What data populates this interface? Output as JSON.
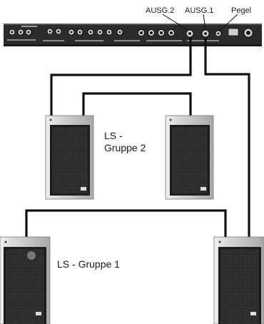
{
  "labels": {
    "out2": "AUSG.2",
    "out1": "AUSG.1",
    "level": "Pegel",
    "group2_line1": "LS -",
    "group2_line2": "Gruppe 2",
    "group1": "LS - Gruppe 1"
  },
  "colors": {
    "cable": "#111111",
    "panel": "#2b2b2b",
    "speaker_body": "#1c1c1c",
    "grille": "#2a2a2a"
  },
  "icons": [
    "amplifier-rear-panel",
    "loudspeaker-box"
  ]
}
